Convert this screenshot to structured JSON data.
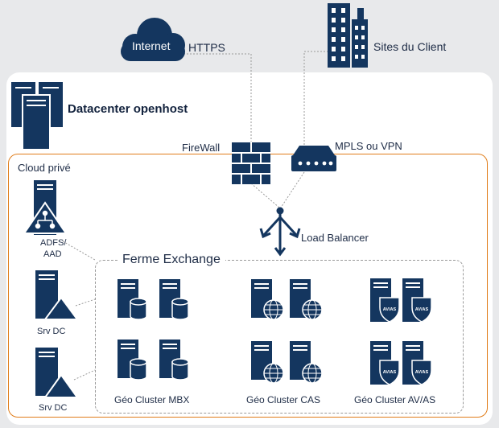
{
  "colors": {
    "navy": "#14365f",
    "orange": "#e07d1a",
    "background": "#e8e9eb",
    "panel": "#ffffff",
    "dashed_line": "#9a9a9a"
  },
  "top": {
    "internet_label": "Internet",
    "https_label": "HTTPS",
    "sites_label": "Sites du Client"
  },
  "datacenter": {
    "title": "Datacenter openhost",
    "firewall_label": "FireWall",
    "mpls_label": "MPLS ou VPN",
    "load_balancer_label": "Load Balancer"
  },
  "cloud": {
    "title": "Cloud privé",
    "servers": [
      {
        "label_line1": "ADFS/",
        "label_line2": "AAD",
        "icon": "server-network-icon"
      },
      {
        "label_line1": "Srv DC",
        "label_line2": "",
        "icon": "server-triangle-icon"
      },
      {
        "label_line1": "Srv DC",
        "label_line2": "",
        "icon": "server-triangle-icon"
      }
    ]
  },
  "farm": {
    "title": "Ferme Exchange",
    "clusters": [
      {
        "label": "Géo Cluster MBX",
        "icon": "server-database-icon"
      },
      {
        "label": "Géo Cluster CAS",
        "icon": "server-globe-icon"
      },
      {
        "label": "Géo Cluster AV/AS",
        "icon": "server-shield-icon"
      }
    ],
    "shield_text": "AV/AS"
  }
}
